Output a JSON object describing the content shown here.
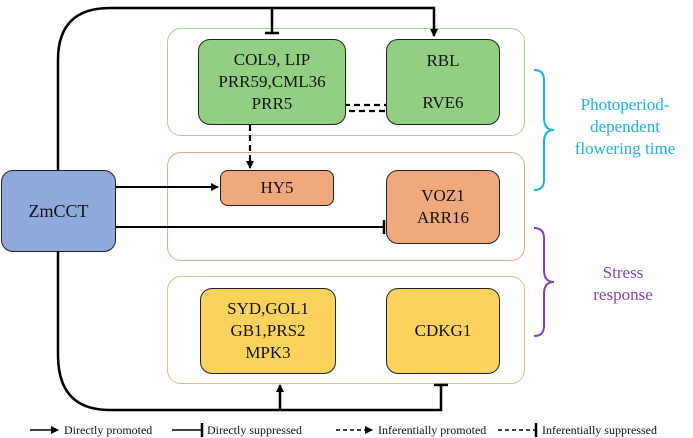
{
  "nodes": {
    "zmcct": "ZmCCT",
    "col9_group": [
      "COL9, LIP",
      "PRR59,CML36",
      "PRR5"
    ],
    "rbl": "RBL",
    "rve6": "RVE6",
    "hy5": "HY5",
    "voz1_group": [
      "VOZ1",
      "ARR16"
    ],
    "syd_group": [
      "SYD,GOL1",
      "GB1,PRS2",
      "MPK3"
    ],
    "cdkg1": "CDKG1"
  },
  "side_labels": {
    "photoperiod": [
      "Photoperiod-",
      "dependent",
      "flowering time"
    ],
    "stress": [
      "Stress",
      "response"
    ]
  },
  "legend": {
    "directly_promoted": "Directly promoted",
    "directly_suppressed": "Directly suppressed",
    "inferentially_promoted": "Inferentially promoted",
    "inferentially_suppressed": "Inferentially suppressed"
  },
  "colors": {
    "green": "#93cf82",
    "orange": "#f0a87d",
    "yellow": "#fbd35c",
    "blue": "#8ea9db",
    "photoperiod_accent": "#1ab0e8",
    "stress_accent": "#8a3fb5"
  }
}
